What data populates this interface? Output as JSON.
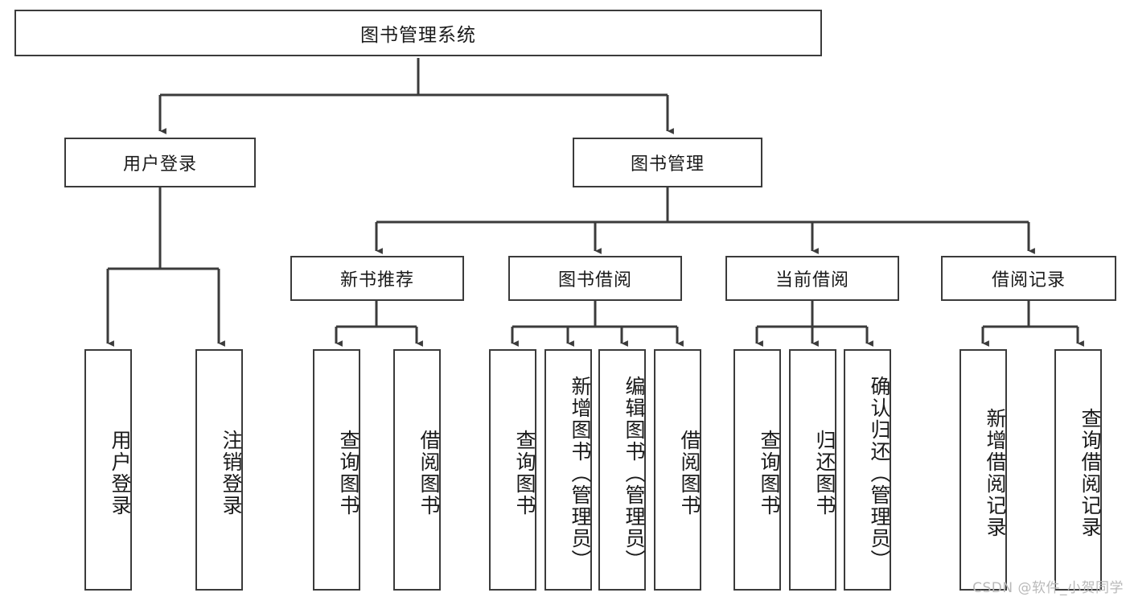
{
  "diagram": {
    "type": "tree-hierarchy",
    "orientation": "top-down",
    "root": {
      "id": "root",
      "label": "图书管理系统"
    },
    "level2": [
      {
        "id": "user-login",
        "label": "用户登录"
      },
      {
        "id": "book-manage",
        "label": "图书管理"
      }
    ],
    "level3": [
      {
        "id": "new-book-recommend",
        "label": "新书推荐",
        "parent": "book-manage"
      },
      {
        "id": "book-borrow",
        "label": "图书借阅",
        "parent": "book-manage"
      },
      {
        "id": "current-borrow",
        "label": "当前借阅",
        "parent": "book-manage"
      },
      {
        "id": "borrow-record",
        "label": "借阅记录",
        "parent": "book-manage"
      }
    ],
    "leaves": [
      {
        "id": "leaf-user-login",
        "label": "用户登录",
        "parent": "user-login"
      },
      {
        "id": "leaf-logout",
        "label": "注销登录",
        "parent": "user-login"
      },
      {
        "id": "leaf-query-book-1",
        "label": "查询图书",
        "parent": "new-book-recommend"
      },
      {
        "id": "leaf-borrow-book-1",
        "label": "借阅图书",
        "parent": "new-book-recommend"
      },
      {
        "id": "leaf-query-book-2",
        "label": "查询图书",
        "parent": "book-borrow"
      },
      {
        "id": "leaf-add-book",
        "label": "新增图书（管理员）",
        "parent": "book-borrow"
      },
      {
        "id": "leaf-edit-book",
        "label": "编辑图书（管理员）",
        "parent": "book-borrow"
      },
      {
        "id": "leaf-borrow-book-2",
        "label": "借阅图书",
        "parent": "book-borrow"
      },
      {
        "id": "leaf-query-book-3",
        "label": "查询图书",
        "parent": "current-borrow"
      },
      {
        "id": "leaf-return-book",
        "label": "归还图书",
        "parent": "current-borrow"
      },
      {
        "id": "leaf-confirm-return",
        "label": "确认归还（管理员）",
        "parent": "current-borrow"
      },
      {
        "id": "leaf-add-record",
        "label": "新增借阅记录",
        "parent": "borrow-record"
      },
      {
        "id": "leaf-query-record",
        "label": "查询借阅记录",
        "parent": "borrow-record"
      }
    ],
    "colors": {
      "box_border": "#3b3b3b",
      "box_fill": "#ffffff",
      "connector": "#3b3b3b",
      "text": "#1a1a1a",
      "watermark": "#b9b9b9",
      "background": "#ffffff"
    }
  },
  "watermark": {
    "text": "CSDN @软件_小贺同学"
  }
}
